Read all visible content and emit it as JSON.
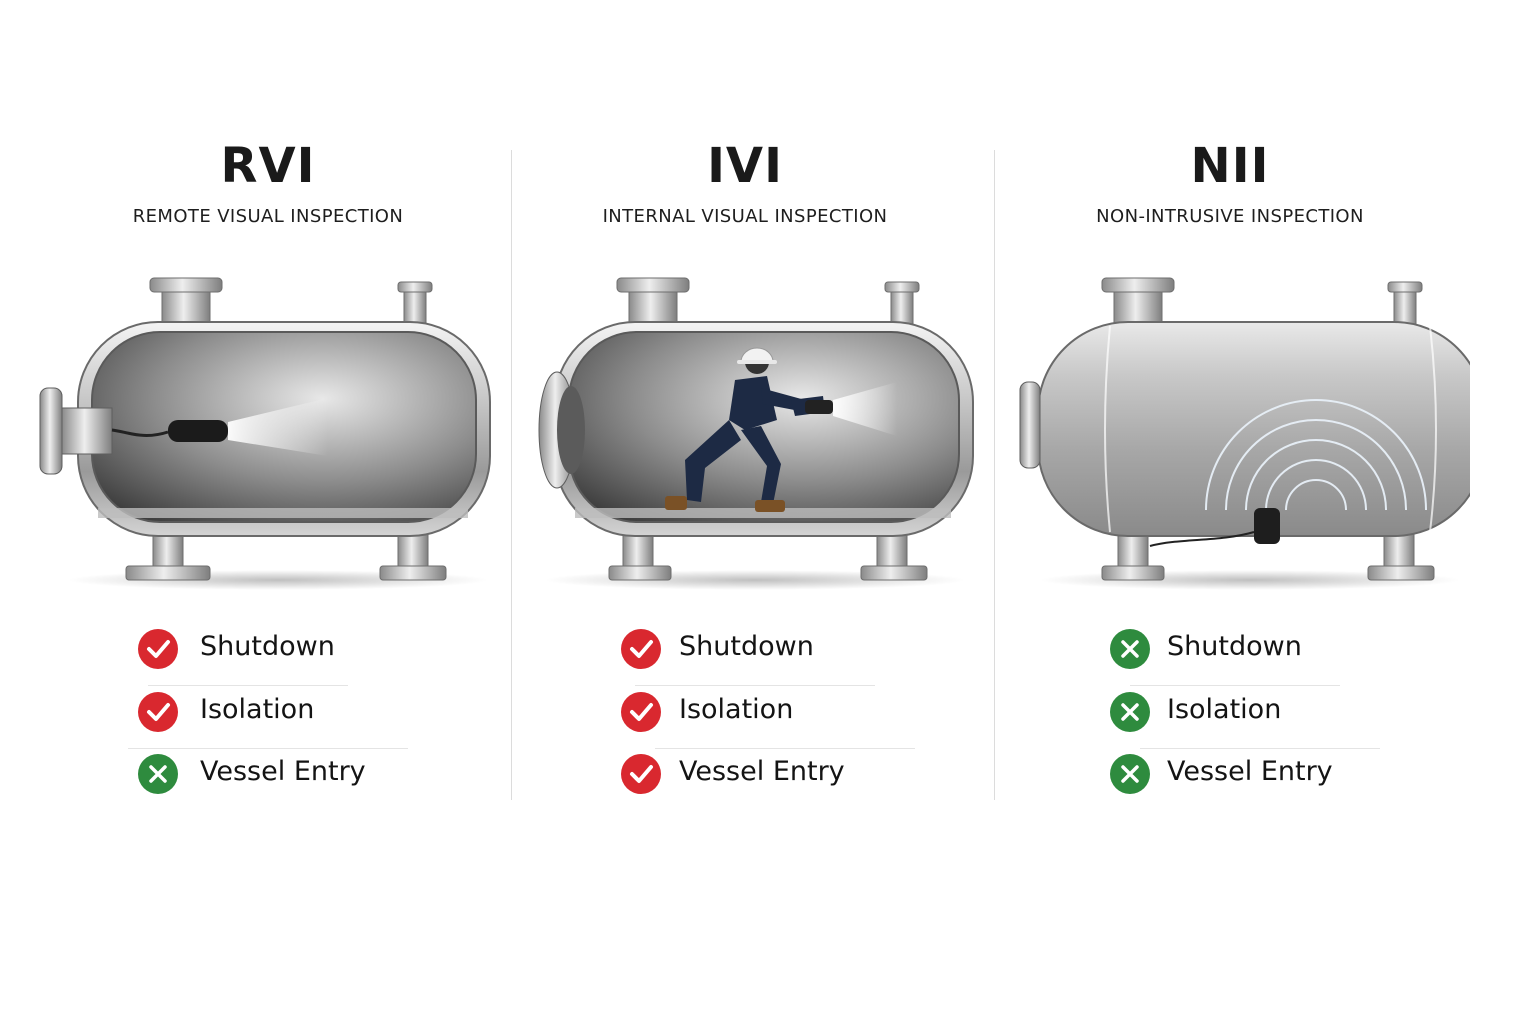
{
  "colors": {
    "required": "#d9282f",
    "not_required": "#2e8b3e"
  },
  "panels": [
    {
      "title": "RVI",
      "subtitle": "REMOTE VISUAL INSPECTION",
      "requirements": [
        {
          "label": "Shutdown",
          "required": true,
          "icon": "check-icon"
        },
        {
          "label": "Isolation",
          "required": true,
          "icon": "check-icon"
        },
        {
          "label": "Vessel Entry",
          "required": false,
          "icon": "cross-icon"
        }
      ]
    },
    {
      "title": "IVI",
      "subtitle": "INTERNAL VISUAL INSPECTION",
      "requirements": [
        {
          "label": "Shutdown",
          "required": true,
          "icon": "check-icon"
        },
        {
          "label": "Isolation",
          "required": true,
          "icon": "check-icon"
        },
        {
          "label": "Vessel Entry",
          "required": true,
          "icon": "check-icon"
        }
      ]
    },
    {
      "title": "NII",
      "subtitle": "NON-INTRUSIVE INSPECTION",
      "requirements": [
        {
          "label": "Shutdown",
          "required": false,
          "icon": "cross-icon"
        },
        {
          "label": "Isolation",
          "required": false,
          "icon": "cross-icon"
        },
        {
          "label": "Vessel Entry",
          "required": false,
          "icon": "cross-icon"
        }
      ]
    }
  ]
}
